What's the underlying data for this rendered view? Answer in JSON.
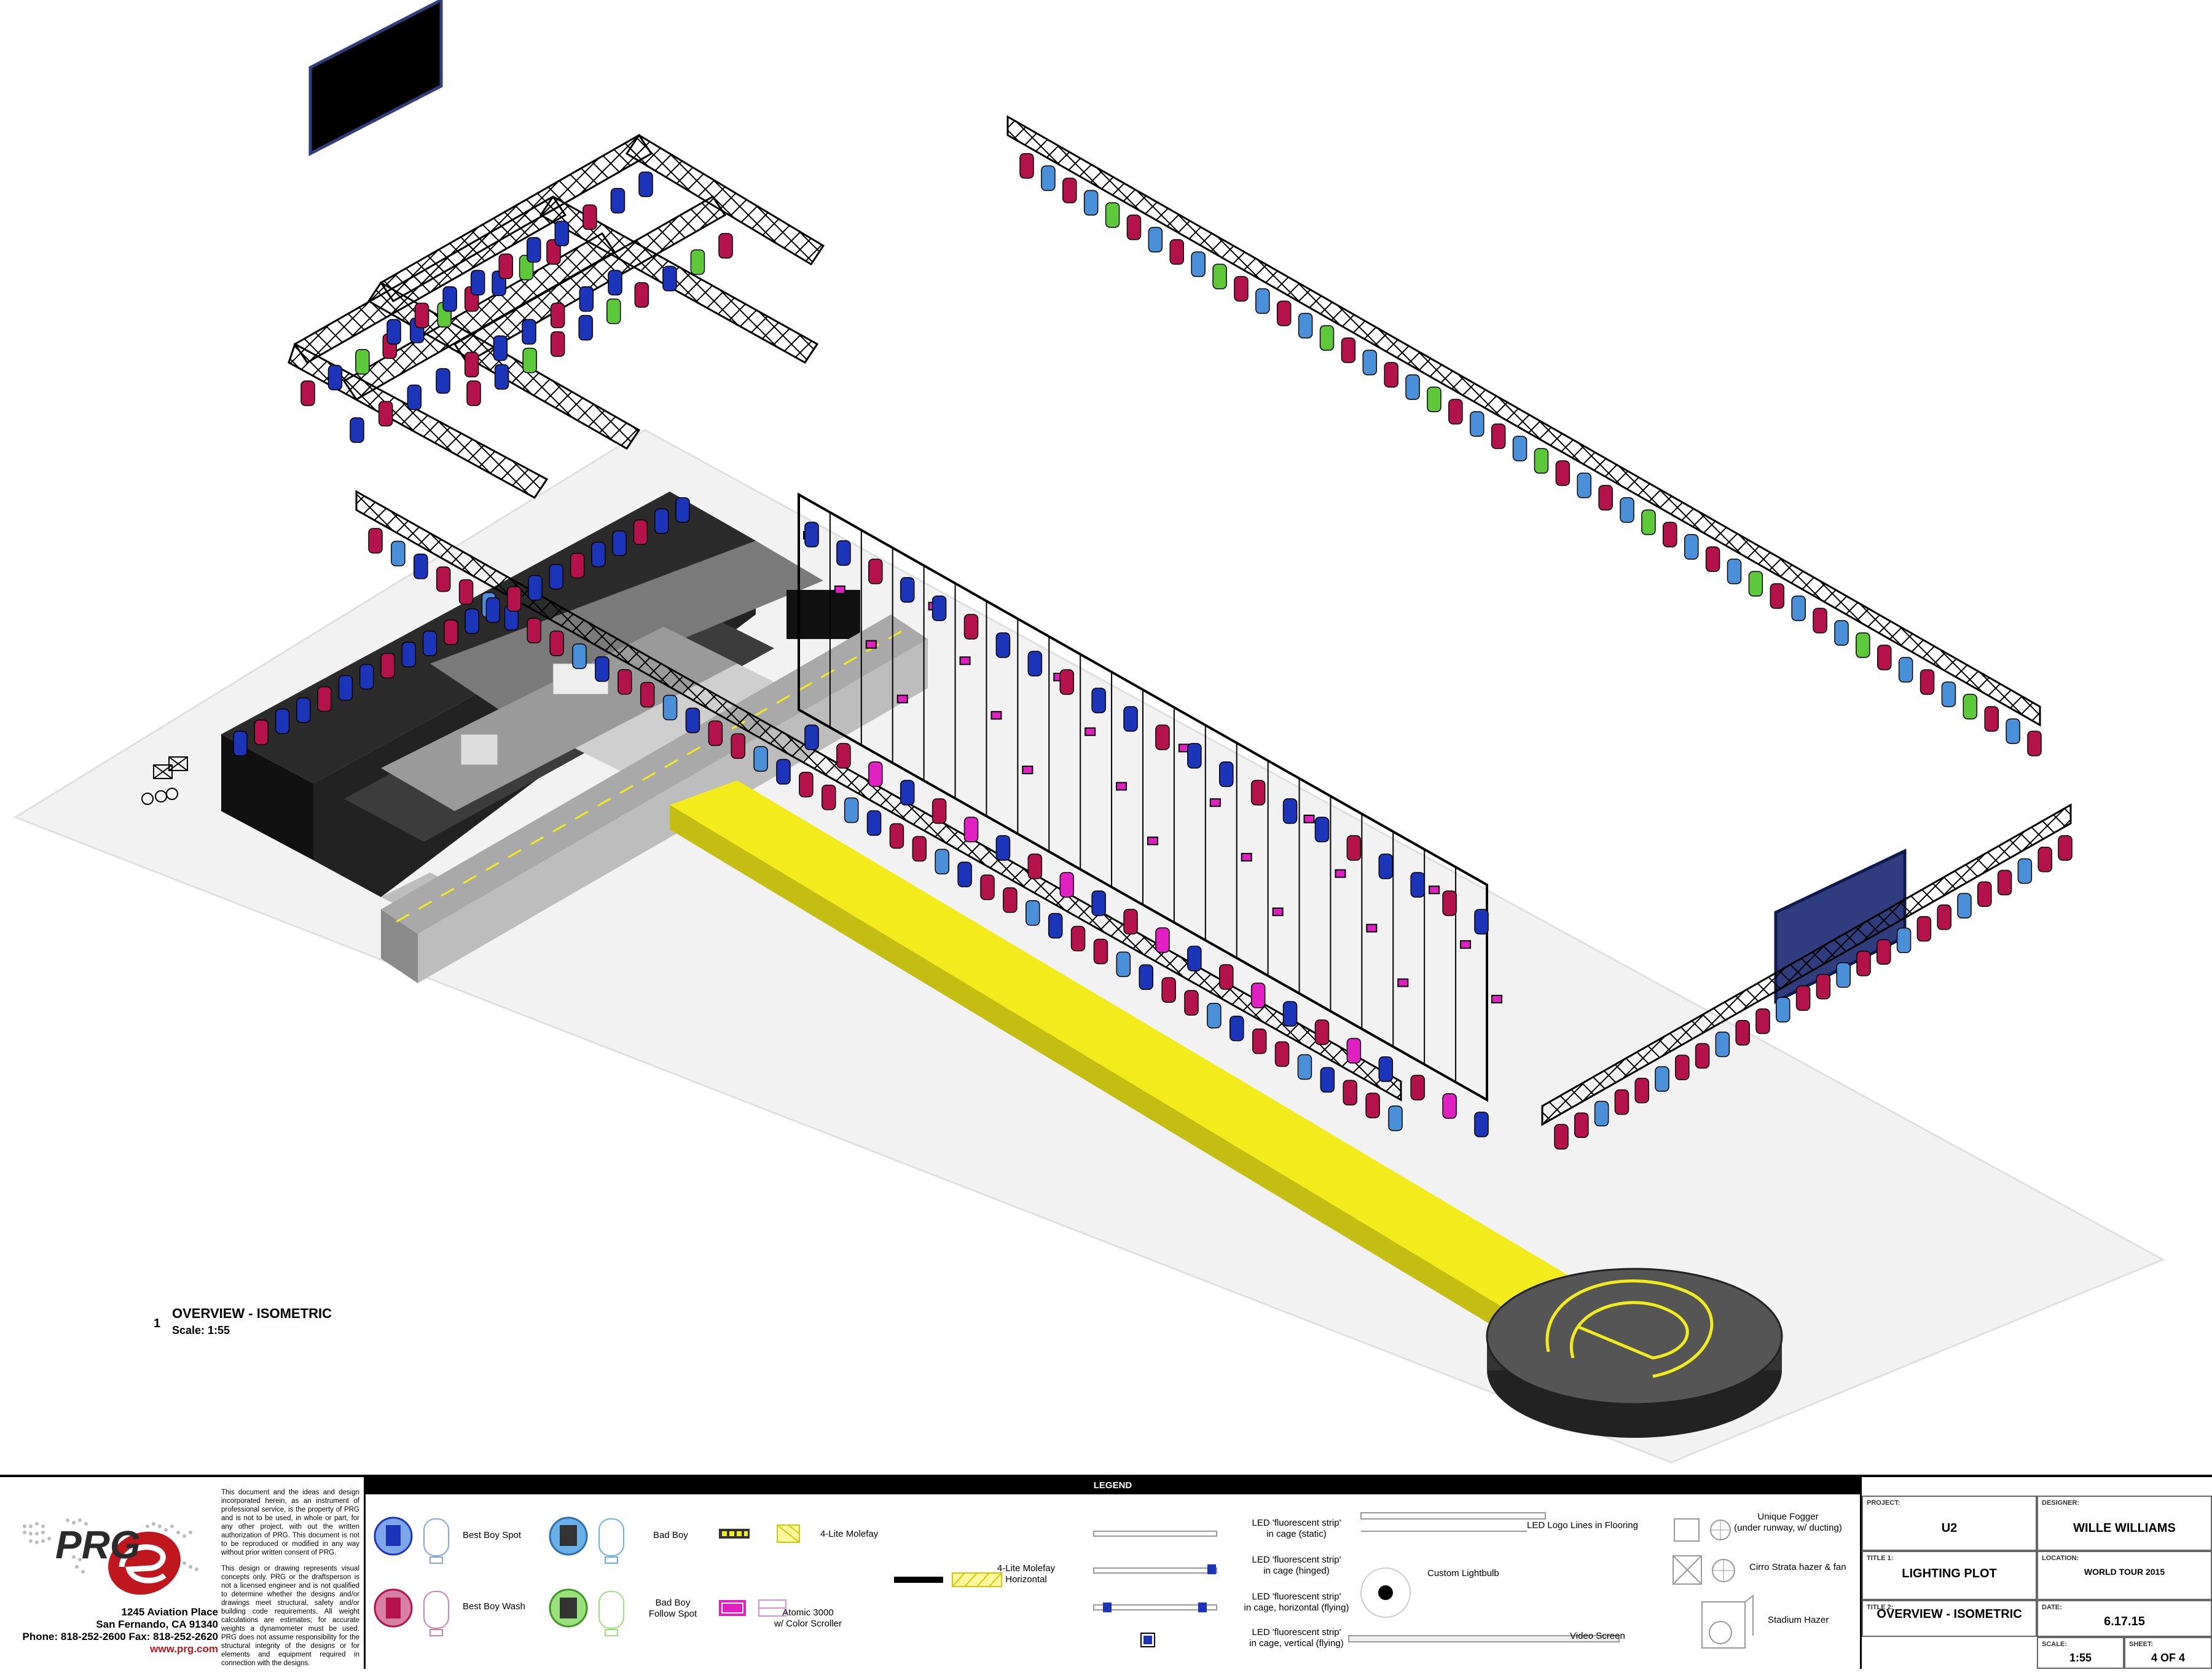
{
  "view": {
    "number": "1",
    "title": "OVERVIEW - ISOMETRIC",
    "scale": "Scale: 1:55"
  },
  "titleblock": {
    "company": "PRG",
    "disclaimer_p1": "This document and the ideas and design incorporated herein, as an instrument of professional service, is the property of PRG and is not to be used, in whole or part, for any other project, with out the written authorization of PRG. This document is not to be reproduced or modified in any way without prior written consent of PRG.",
    "disclaimer_p2": "This design or drawing represents visual concepts only. PRG or the draftsperson is not a licensed engineer and is not qualified to determine whether the designs and/or drawings meet structural, safety and/or building code requirements. All weight calculations are estimates; for accurate weights a dynamometer must be used. PRG does not assume responsibility for the structural integrity of the designs or for elements and equipment required in connection with the designs.",
    "address_line1": "1245 Aviation Place",
    "address_line2": "San Fernando, CA 91340",
    "phone": "Phone: 818-252-2600 Fax: 818-252-2620",
    "web": "www.prg.com"
  },
  "legend": {
    "heading": "LEGEND",
    "best_boy_spot": "Best Boy Spot",
    "best_boy_wash": "Best Boy Wash",
    "bad_boy": "Bad Boy",
    "bad_boy_follow_spot_1": "Bad Boy",
    "bad_boy_follow_spot_2": "Follow Spot",
    "four_lite_molefay": "4-Lite Molefay",
    "atomic_1": "Atomic 3000",
    "atomic_2": "w/ Color Scroller",
    "molefay_horizontal_1": "4-Lite Molefay",
    "molefay_horizontal_2": "Horizontal",
    "led_static_1": "LED 'fluorescent strip'",
    "led_static_2": "in cage (static)",
    "led_hinged_1": "LED 'fluorescent strip'",
    "led_hinged_2": "in cage (hinged)",
    "led_hflying_1": "LED 'fluorescent strip'",
    "led_hflying_2": "in cage, horizontal (flying)",
    "led_vflying_1": "LED 'fluorescent strip'",
    "led_vflying_2": "in cage, vertical (flying)",
    "led_logo": "LED Logo Lines in Flooring",
    "custom_lightbulb": "Custom Lightbulb",
    "video_screen": "Video Screen",
    "fogger_1": "Unique Fogger",
    "fogger_2": "(under runway, w/ ducting)",
    "cirro": "Cirro Strata hazer & fan",
    "stadium_hazer": "Stadium Hazer"
  },
  "info": {
    "project_label": "PROJECT:",
    "project": "U2",
    "designer_label": "DESIGNER:",
    "designer": "WILLE WILLIAMS",
    "title1_label": "TITLE 1:",
    "title1": "LIGHTING PLOT",
    "location_label": "LOCATION:",
    "location": "WORLD TOUR 2015",
    "title2_label": "TITLE 2:",
    "title2": "OVERVIEW - ISOMETRIC",
    "date_label": "DATE:",
    "date": "6.17.15",
    "scale_label": "SCALE:",
    "scale": "1:55",
    "sheet_label": "SHEET:",
    "sheet": "4 OF 4"
  },
  "colors": {
    "crimson": "#b3124a",
    "blue": "#1c35b8",
    "light_blue": "#4a90d9",
    "green": "#5cc83a",
    "magenta": "#e020c0",
    "runway_yellow": "#f2ec1c",
    "screen_navy": "#2f3d7f",
    "prg_red": "#c0171f"
  }
}
